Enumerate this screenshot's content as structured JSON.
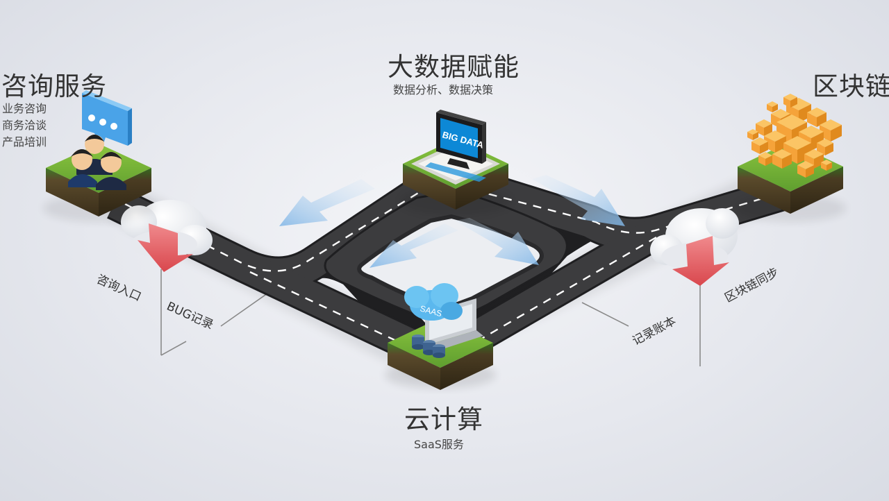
{
  "nodes": {
    "big_data": {
      "title": "大数据赋能",
      "subtitle": "数据分析、数据决策",
      "screen_text": "BIG DATA"
    },
    "consulting": {
      "title": "咨询服务",
      "services": "业务咨询\n商务洽谈\n产品培训"
    },
    "blockchain": {
      "title": "区块链"
    },
    "cloud": {
      "title": "云计算",
      "subtitle": "SaaS服务",
      "cloud_text": "SAAS"
    }
  },
  "road_labels": {
    "consult_entry": "咨询入口",
    "bug_record": "BUG记录",
    "ledger": "记录账本",
    "chain_sync": "区块链同步"
  },
  "colors": {
    "road": "#3c3c3e",
    "grass": "#6fae35",
    "soil": "#4a3b22",
    "arrow_blue": "#9cc8ee",
    "arrow_red": "#e35d62",
    "cube_orange": "#f5a33a"
  }
}
